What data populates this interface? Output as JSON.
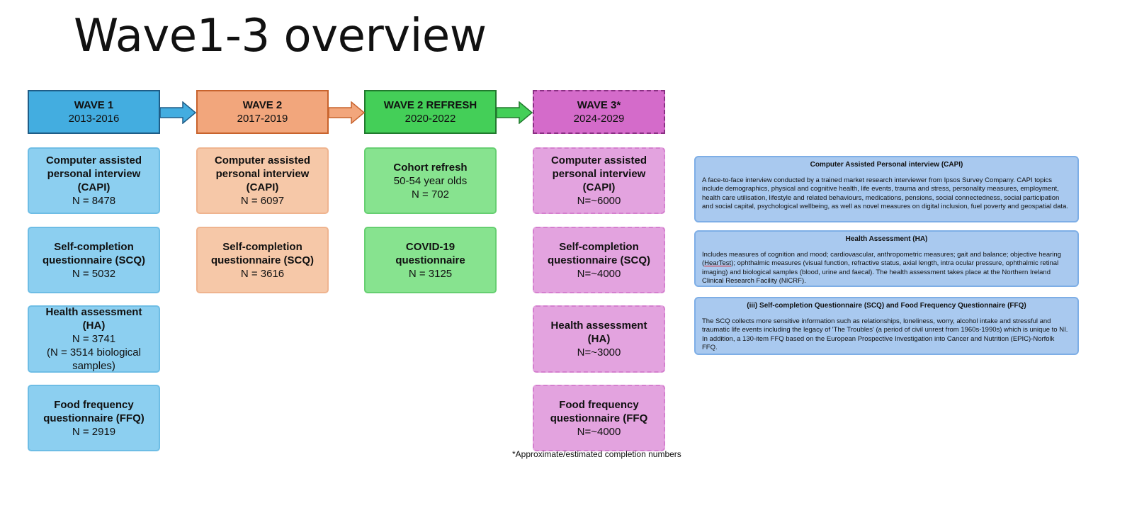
{
  "title": "Wave1-3 overview",
  "colors": {
    "wave1": "#43ade0",
    "wave1_light": "#8ccff0",
    "wave2": "#f2a67c",
    "wave2_light": "#f6c8a8",
    "wave2_refresh": "#44cf58",
    "wave2_refresh_light": "#87e38f",
    "wave3": "#d46bca",
    "wave3_light": "#e3a3df",
    "info_panel": "#a9c9ef"
  },
  "waves": [
    {
      "name": "WAVE 1",
      "years": "2013-2016",
      "boxes": [
        {
          "head": "Computer assisted personal interview (CAPI)",
          "lines": [
            "N = 8478"
          ]
        },
        {
          "head": "Self-completion questionnaire (SCQ)",
          "lines": [
            "N = 5032"
          ]
        },
        {
          "head": "Health assessment (HA)",
          "lines": [
            "N = 3741",
            "(N = 3514 biological samples)"
          ]
        },
        {
          "head": "Food frequency questionnaire (FFQ)",
          "lines": [
            "N = 2919"
          ]
        }
      ]
    },
    {
      "name": "WAVE 2",
      "years": "2017-2019",
      "boxes": [
        {
          "head": "Computer assisted personal interview (CAPI)",
          "lines": [
            "N = 6097"
          ]
        },
        {
          "head": "Self-completion questionnaire (SCQ)",
          "lines": [
            "N = 3616"
          ]
        }
      ]
    },
    {
      "name": "WAVE 2 REFRESH",
      "years": "2020-2022",
      "boxes": [
        {
          "head": "Cohort refresh",
          "lines": [
            "50-54 year olds",
            "N = 702"
          ]
        },
        {
          "head": "COVID-19 questionnaire",
          "lines": [
            "N = 3125"
          ]
        }
      ]
    },
    {
      "name": "WAVE 3*",
      "years": "2024-2029",
      "boxes": [
        {
          "head": "Computer assisted personal interview (CAPI)",
          "lines": [
            "N=~6000"
          ]
        },
        {
          "head": "Self-completion questionnaire (SCQ)",
          "lines": [
            "N=~4000"
          ]
        },
        {
          "head": "Health assessment (HA)",
          "lines": [
            "N=~3000"
          ]
        },
        {
          "head": "Food frequency questionnaire (FFQ",
          "lines": [
            "N=~4000"
          ]
        }
      ]
    }
  ],
  "footnote": "*Approximate/estimated completion numbers",
  "info_panels": [
    {
      "title": "Computer Assisted Personal interview (CAPI)",
      "body": "A face-to-face interview conducted by a trained market research interviewer from Ipsos Survey Company. CAPI topics include demographics, physical and cognitive health, life events, trauma and stress, personality measures, employment, health care utilisation, lifestyle and related behaviours, medications, pensions, social connectedness, social participation and social capital, psychological wellbeing, as well as novel measures on digital inclusion, fuel poverty and geospatial data."
    },
    {
      "title": "Health Assessment  (HA)",
      "body_before": "Includes measures of cognition and mood; cardiovascular, anthropometric measures; gait and balance; objective hearing (",
      "body_link": "HearTest",
      "body_after": "); ophthalmic measures (visual function, refractive status, axial length, intra ocular pressure, ophthalmic retinal imaging) and biological samples (blood, urine and faecal). The health assessment takes place at the Northern Ireland Clinical Research Facility (NICRF)."
    },
    {
      "title": "(iii) Self-completion Questionnaire (SCQ) and Food Frequency Questionnaire (FFQ)",
      "body": "The SCQ collects more sensitive information such as relationships, loneliness, worry, alcohol intake and stressful and traumatic life events including the legacy of 'The Troubles' (a period of civil unrest from 1960s-1990s) which is unique to NI. In addition, a 130-item FFQ based on the European Prospective Investigation into Cancer and Nutrition (EPIC)-Norfolk FFQ."
    }
  ]
}
